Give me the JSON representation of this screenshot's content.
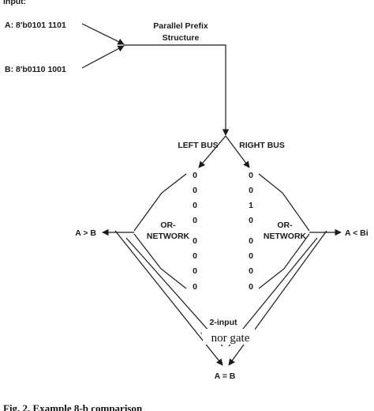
{
  "input_heading": "Input:",
  "input_a": "A:  8'b0101 1101",
  "input_b": "B:  8'b0110 1001",
  "prefix_title": [
    "Parallel Prefix",
    "Structure"
  ],
  "left_bus": "LEFT BUS",
  "right_bus": "RIGHT BUS",
  "left_bits": [
    "0",
    "0",
    "0",
    "0",
    "0",
    "0",
    "0",
    "0"
  ],
  "right_bits": [
    "0",
    "0",
    "1",
    "0",
    "0",
    "0",
    "0",
    "0"
  ],
  "or_network_left": [
    "OR-",
    "NETWORK"
  ],
  "or_network_right": [
    "OR-",
    "NETWORK"
  ],
  "out_gt": "A > B",
  "out_lt": "A < Bi",
  "out_eq": "A = B",
  "nor_title": "2-input",
  "nor_label": "nor gate",
  "caption": "Fig. 2. Example 8-b comparison",
  "colors": {
    "ink": "#1a1a1a",
    "background": "#ffffff"
  }
}
